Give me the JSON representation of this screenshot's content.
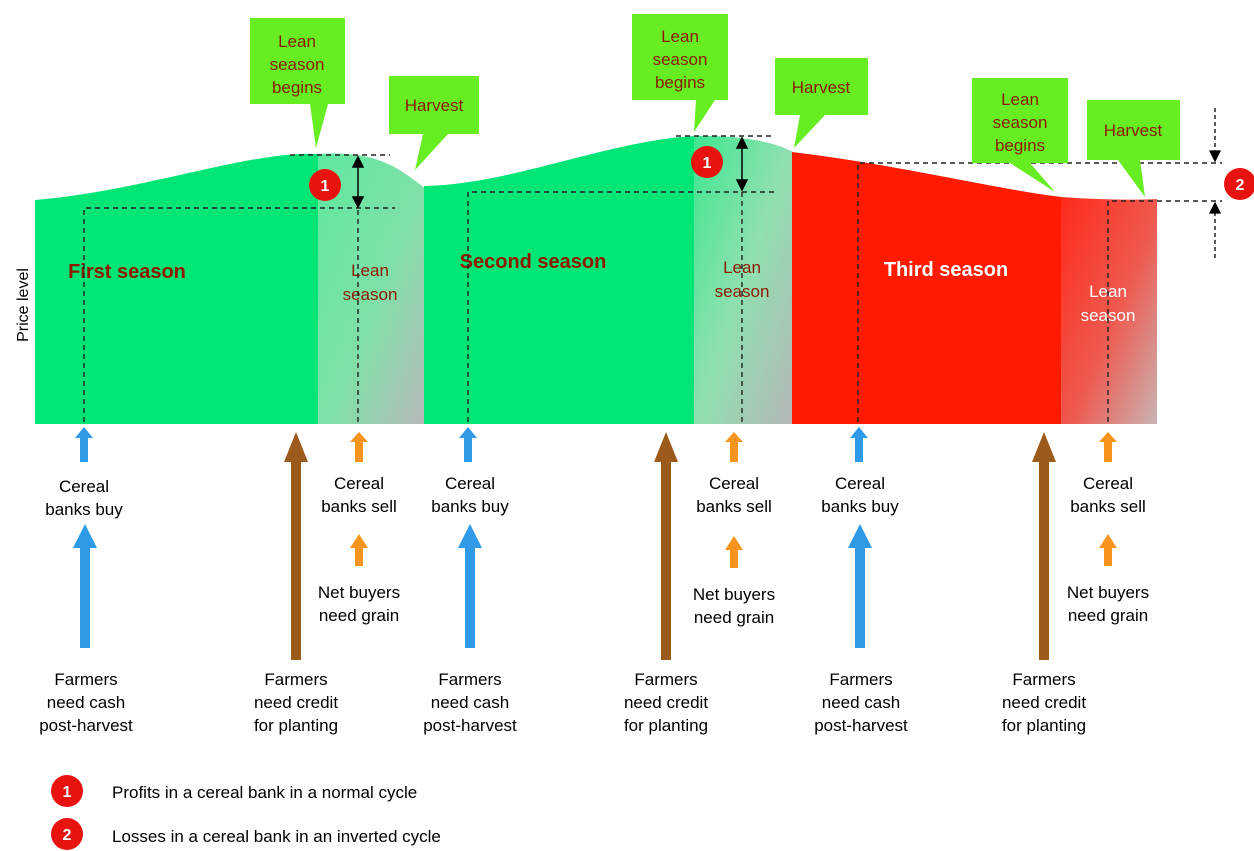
{
  "axis_label": "Price level",
  "seasons": [
    {
      "label": "First season",
      "lean_label": [
        "Lean",
        "season"
      ]
    },
    {
      "label": "Second season",
      "lean_label": [
        "Lean",
        "season"
      ]
    },
    {
      "label": "Third season",
      "lean_label": [
        "Lean",
        "season"
      ]
    }
  ],
  "callouts": {
    "lean_begins": [
      "Lean",
      "season",
      "begins"
    ],
    "harvest": "Harvest"
  },
  "markers": {
    "profit": "1",
    "loss": "2"
  },
  "arrows": {
    "banks_buy": [
      "Cereal",
      "banks buy"
    ],
    "banks_sell": [
      "Cereal",
      "banks sell"
    ],
    "net_buyers": [
      "Net buyers",
      "need grain"
    ],
    "farmers_cash": [
      "Farmers",
      "need cash",
      "post-harvest"
    ],
    "farmers_credit": [
      "Farmers",
      "need credit",
      "for planting"
    ]
  },
  "legend": [
    {
      "marker": "1",
      "text": "Profits in a cereal bank in a normal cycle"
    },
    {
      "marker": "2",
      "text": "Losses in a cereal bank in an inverted cycle"
    }
  ],
  "colors": {
    "normal_cycle": "#00e676",
    "inverted_cycle": "#ff1a00",
    "callout": "#66ee22",
    "callout_text": "#8b1a00",
    "buy_arrow": "#2f9be8",
    "sell_arrow": "#f7941d",
    "credit_arrow": "#9c5a1a",
    "marker": "#e8130f"
  }
}
